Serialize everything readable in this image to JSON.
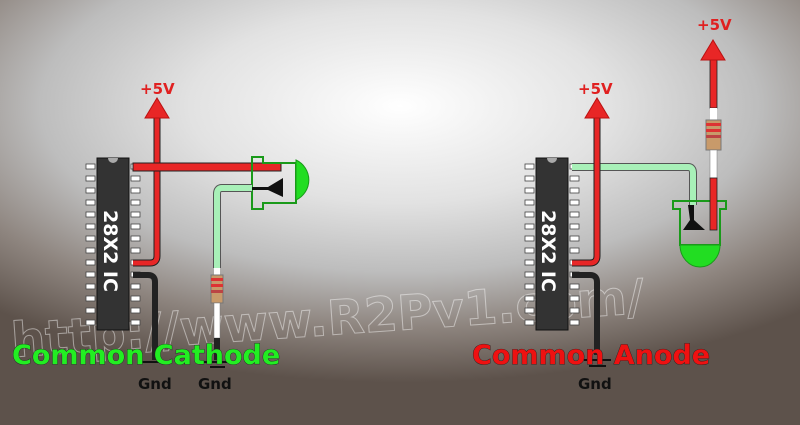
{
  "watermark": "http://www.R2Pv1.com/",
  "left_circuit": {
    "title": "Common Cathode",
    "title_color": "#22ee22",
    "ic_label": "28X2 IC",
    "supply_label": "+5V",
    "ground_labels": [
      "Gnd",
      "Gnd"
    ]
  },
  "right_circuit": {
    "title": "Common Anode",
    "title_color": "#ee1111",
    "ic_label": "28X2 IC",
    "supply_labels": [
      "+5V",
      "+5V"
    ],
    "ground_label": "Gnd"
  },
  "colors": {
    "red_wire": "#e82626",
    "green_wire": "#a8f0b8",
    "black_wire": "#333333",
    "led": "#22dd22",
    "ic": "#333333"
  }
}
